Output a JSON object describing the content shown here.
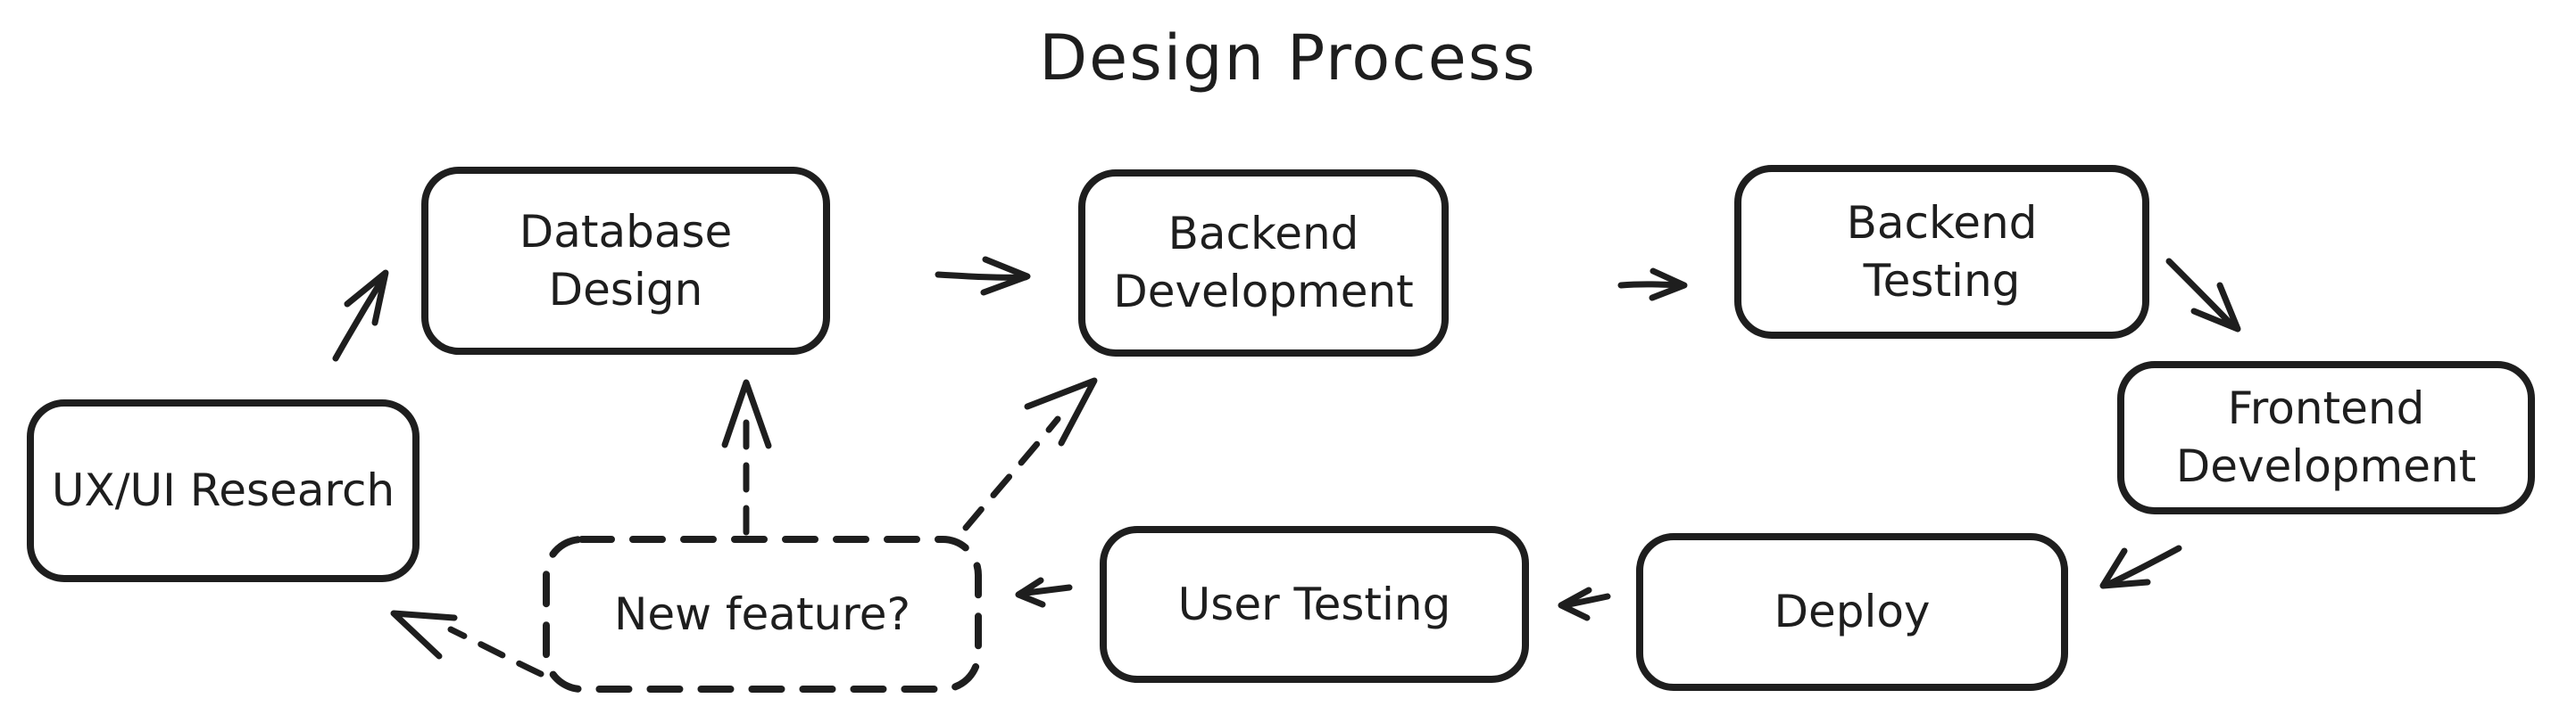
{
  "title": "Design Process",
  "colors": {
    "ink": "#1e1e1e",
    "background": "#ffffff"
  },
  "nodes": {
    "ux_ui_research": {
      "label": "UX/UI Research",
      "border": "solid"
    },
    "database_design": {
      "label": "Database\nDesign",
      "border": "solid"
    },
    "backend_development": {
      "label": "Backend\nDevelopment",
      "border": "solid"
    },
    "backend_testing": {
      "label": "Backend\nTesting",
      "border": "solid"
    },
    "frontend_development": {
      "label": "Frontend\nDevelopment",
      "border": "solid"
    },
    "new_feature": {
      "label": "New feature?",
      "border": "dashed"
    },
    "user_testing": {
      "label": "User Testing",
      "border": "solid"
    },
    "deploy": {
      "label": "Deploy",
      "border": "solid"
    }
  },
  "edges": [
    {
      "from": "UX/UI Research",
      "to": "Database Design",
      "style": "solid"
    },
    {
      "from": "Database Design",
      "to": "Backend Development",
      "style": "solid"
    },
    {
      "from": "Backend Development",
      "to": "Backend Testing",
      "style": "solid"
    },
    {
      "from": "Backend Testing",
      "to": "Frontend Development",
      "style": "solid"
    },
    {
      "from": "Frontend Development",
      "to": "Deploy",
      "style": "solid"
    },
    {
      "from": "Deploy",
      "to": "User Testing",
      "style": "solid"
    },
    {
      "from": "User Testing",
      "to": "New feature?",
      "style": "solid"
    },
    {
      "from": "New feature?",
      "to": "Database Design",
      "style": "dashed"
    },
    {
      "from": "New feature?",
      "to": "Backend Development",
      "style": "dashed"
    },
    {
      "from": "New feature?",
      "to": "UX/UI Research",
      "style": "dashed"
    }
  ]
}
